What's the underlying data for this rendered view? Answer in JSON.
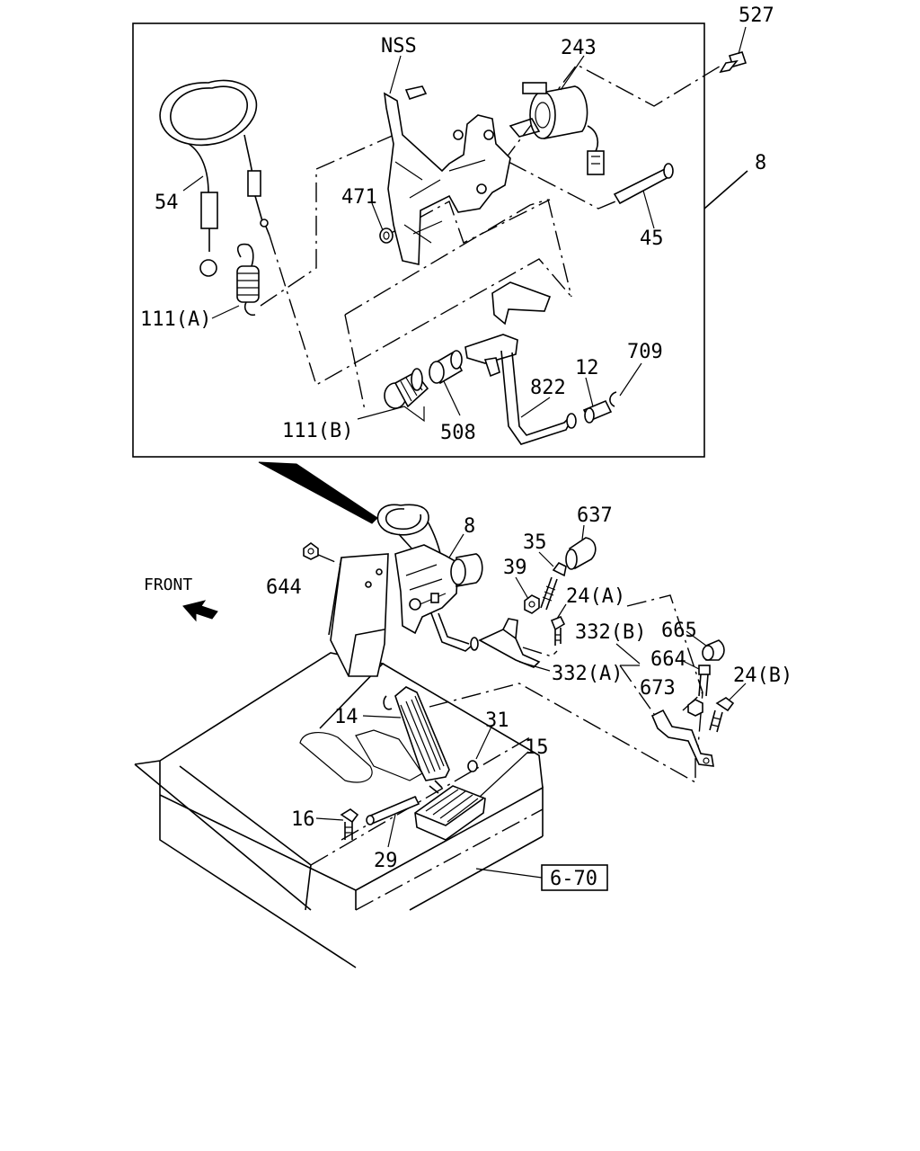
{
  "callouts": {
    "c527": "527",
    "nss": "NSS",
    "c243": "243",
    "c8_top": "8",
    "c54": "54",
    "c471": "471",
    "c45": "45",
    "c111a": "111(A)",
    "c709": "709",
    "c12": "12",
    "c822": "822",
    "c111b": "111(B)",
    "c508": "508",
    "c8_mid": "8",
    "c637": "637",
    "c35": "35",
    "c39": "39",
    "c644": "644",
    "front": "FRONT",
    "c24a": "24(A)",
    "c332b": "332(B)",
    "c665": "665",
    "c664": "664",
    "c332a": "332(A)",
    "c24b": "24(B)",
    "c673": "673",
    "c14": "14",
    "c31": "31",
    "c15": "15",
    "c16": "16",
    "c29": "29",
    "ref_6_70": "6-70"
  }
}
